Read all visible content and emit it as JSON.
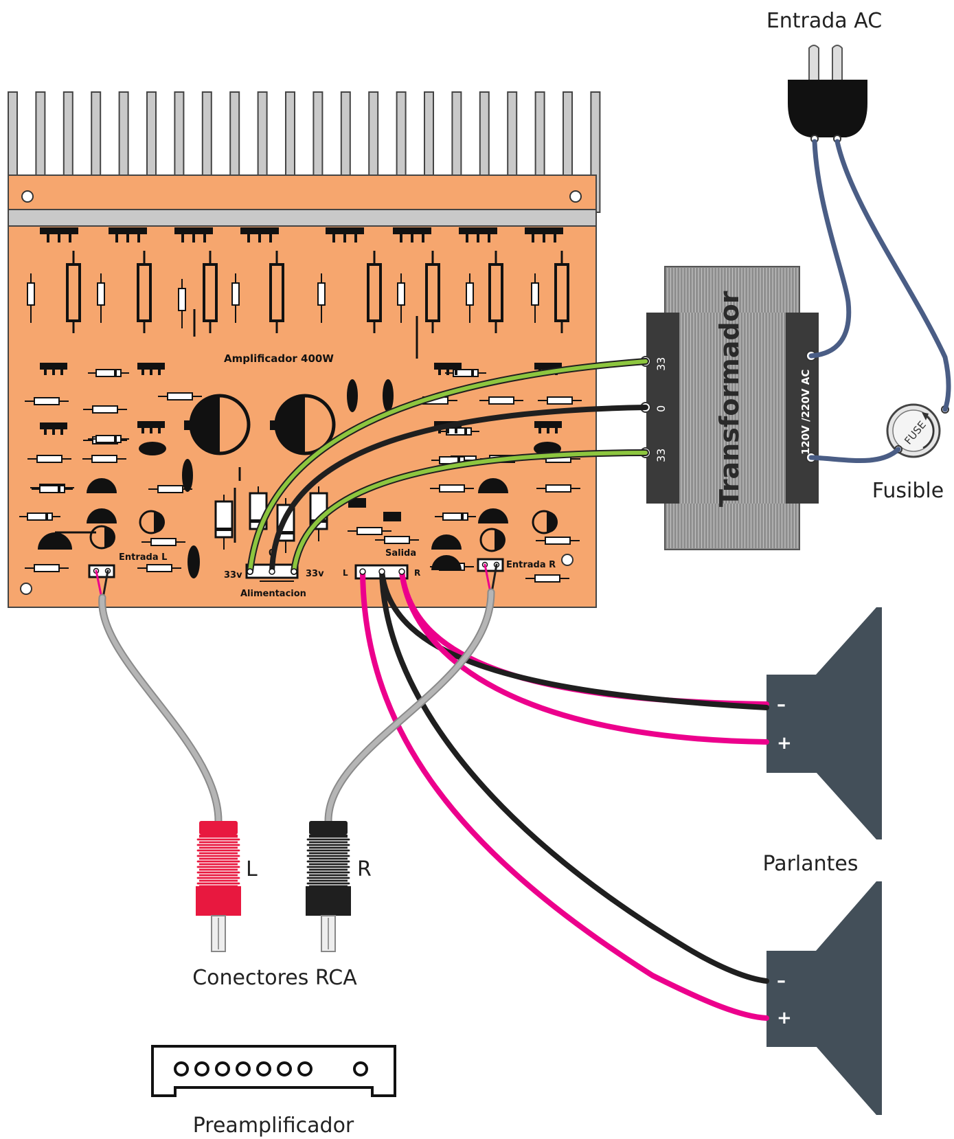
{
  "labels": {
    "ac_input": "Entrada AC",
    "fuse": "Fusible",
    "fuse_text": "FUSE",
    "transformer": "Transformador",
    "transformer_voltage": "120V /220V AC",
    "tap_top": "33",
    "tap_mid": "0",
    "tap_bottom": "33",
    "board_title": "Amplificador 400W",
    "input_left": "Entrada L",
    "input_right": "Entrada R",
    "output": "Salida",
    "output_l": "L",
    "output_r": "R",
    "supply": "Alimentacion",
    "supply_left_v": "33v",
    "supply_right_v": "33v",
    "supply_zero": "0",
    "speakers": "Parlantes",
    "speaker_minus": "–",
    "speaker_plus": "+",
    "rca": "Conectores RCA",
    "rca_left": "L",
    "rca_right": "R",
    "preamp": "Preamplificador"
  },
  "colors": {
    "pcb": "#f6a66e",
    "heatsink": "#c9c9c9",
    "transformer_core": "#8e8e8e",
    "transformer_frame": "#3a3a3a",
    "wire_green": "#8dc63f",
    "wire_black": "#1f1f1f",
    "wire_pink": "#ec008c",
    "wire_grey": "#a3a3a3",
    "wire_blue": "#4a5d85",
    "speaker": "#434f59",
    "rca_red": "#e8183f",
    "rca_black": "#1f1f1f"
  }
}
